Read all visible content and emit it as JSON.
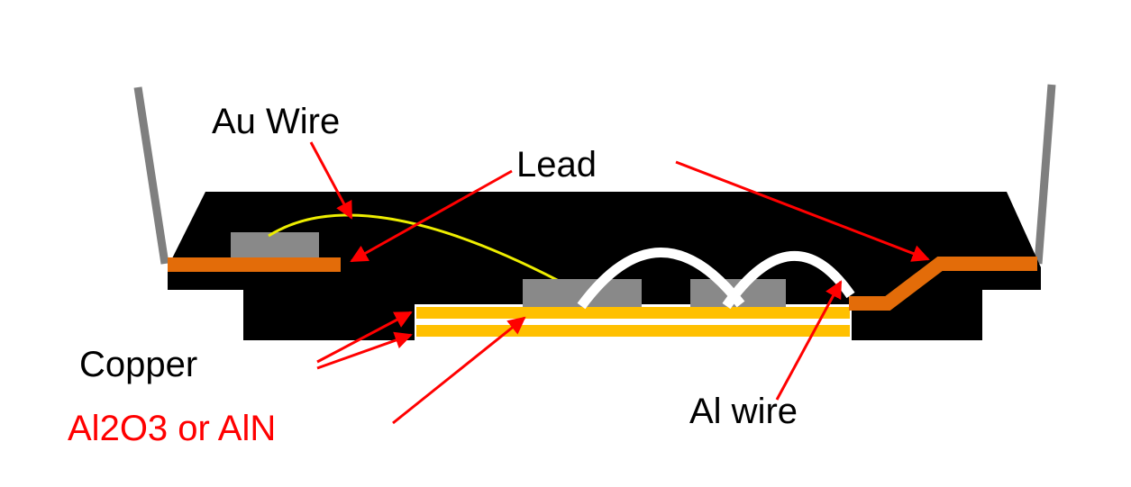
{
  "diagram": {
    "labels": {
      "au_wire": "Au Wire",
      "lead": "Lead",
      "copper": "Copper",
      "ceramic": "Al2O3 or AlN",
      "al_wire": "Al wire"
    },
    "colors": {
      "background": "#FFFFFF",
      "body": "#000000",
      "lead_frame": "#E36C09",
      "copper_layer": "#FFC000",
      "die": "#898989",
      "pin": "#7F7F7F",
      "au_wire": "#EDED00",
      "al_wire": "#FFFFFF",
      "substrate_white": "#FFFFFF",
      "arrow": "#FF0000",
      "label_text": "#000000",
      "ceramic_label_text": "#FF0000"
    }
  }
}
